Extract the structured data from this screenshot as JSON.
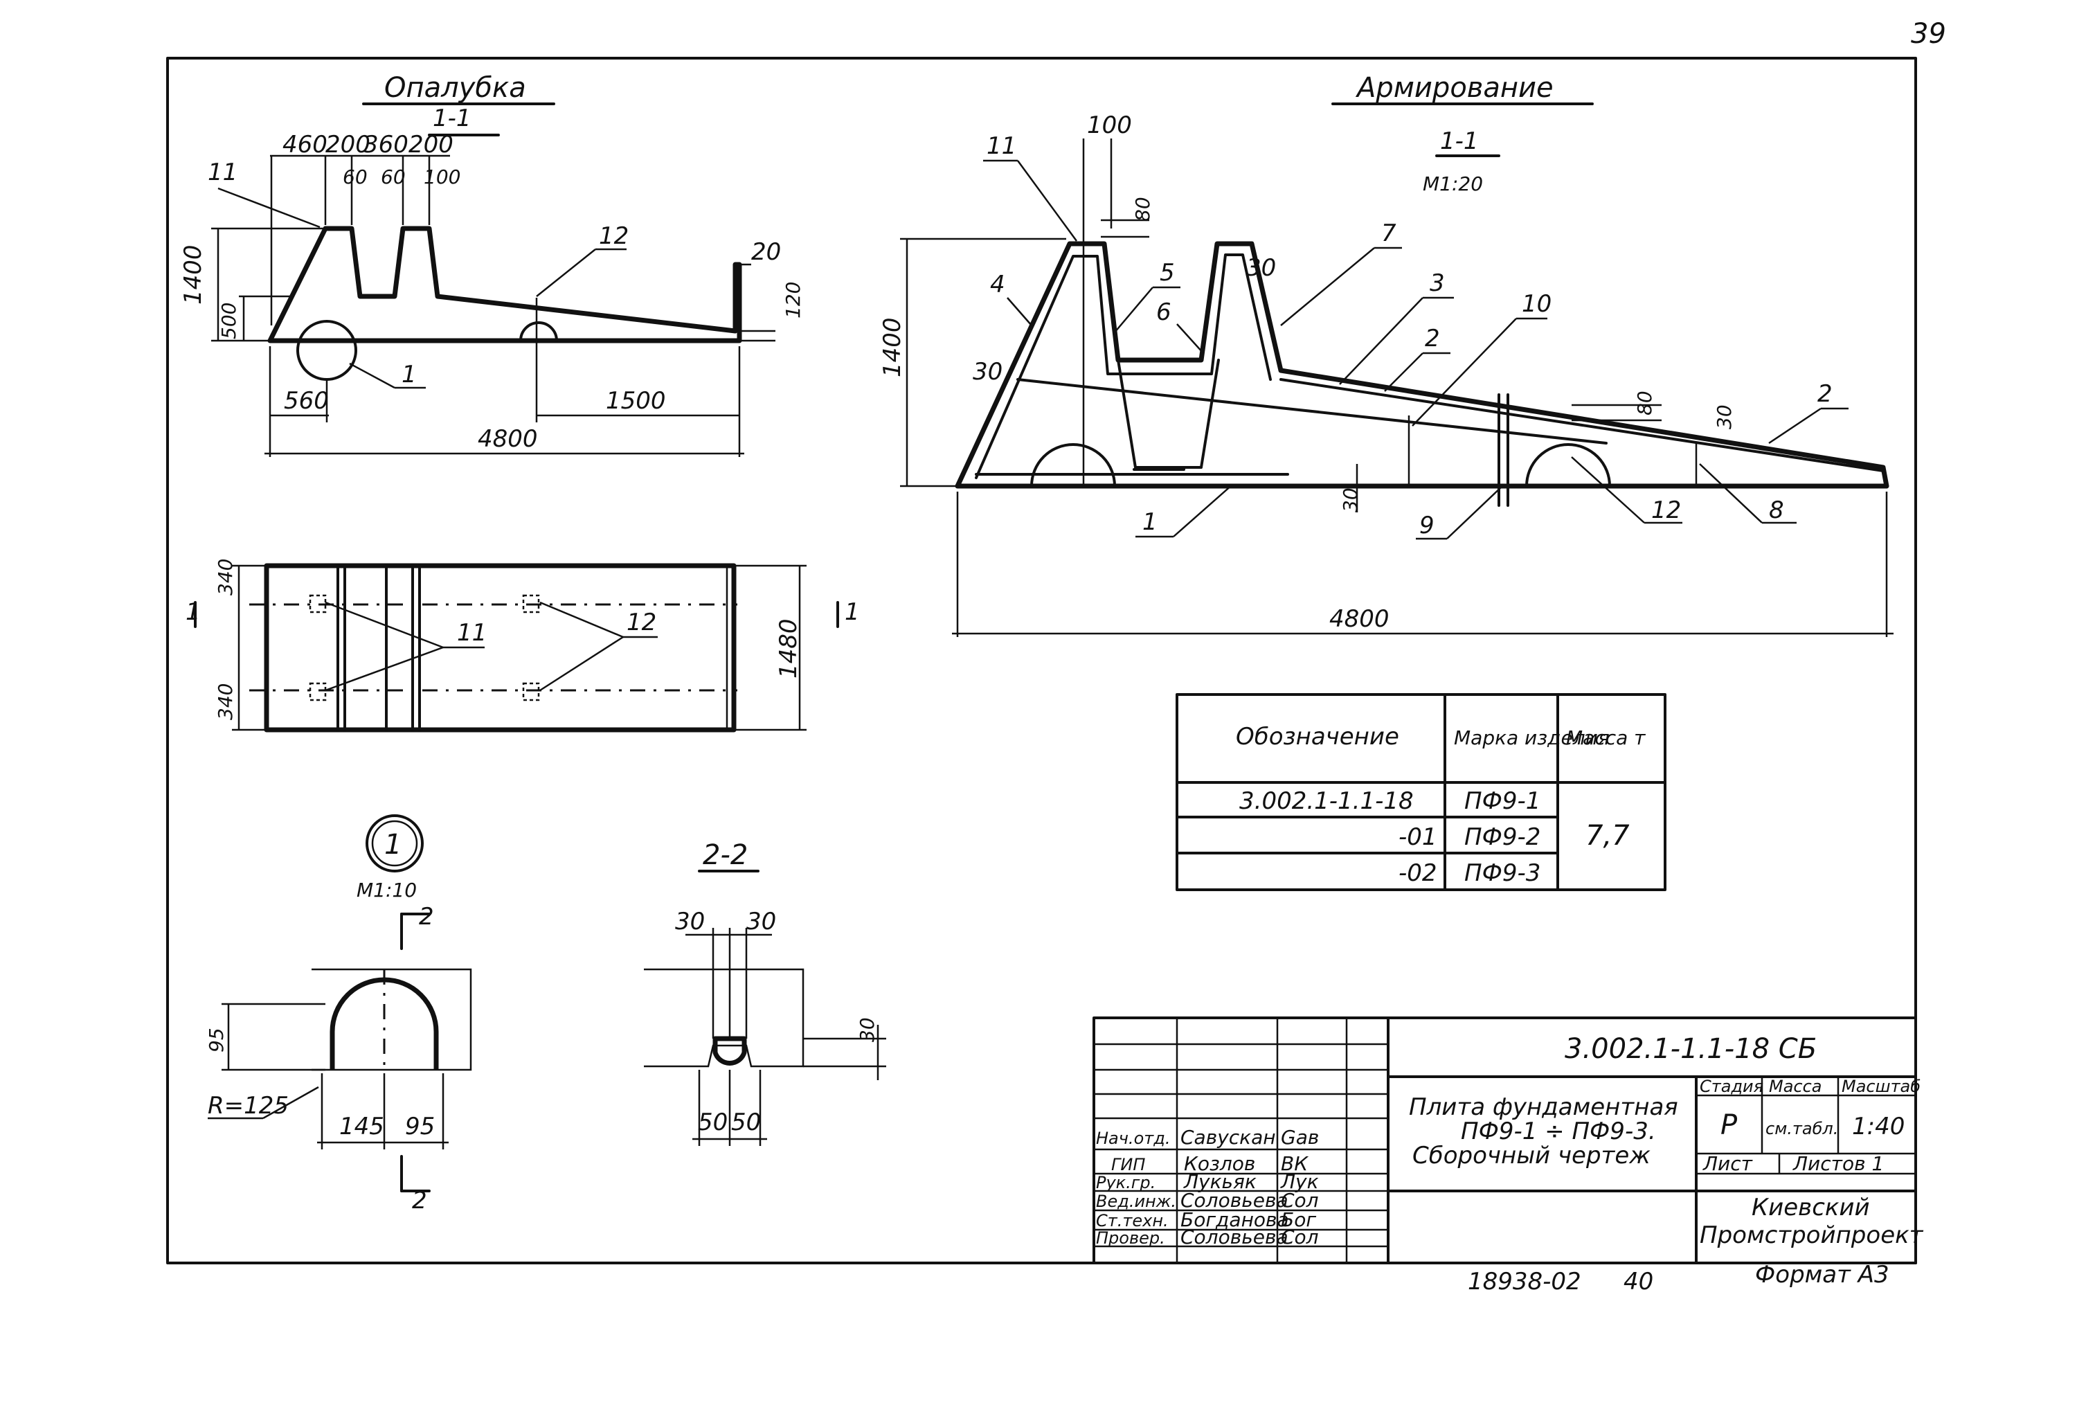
{
  "sheet_number": "39",
  "formwork": {
    "title": "Опалубка",
    "section": "1-1",
    "dims_top": [
      "460",
      "200",
      "360",
      "200"
    ],
    "dims_small": [
      "60",
      "60",
      "100"
    ],
    "dim_height": "1400",
    "dim_lower": "500",
    "dim_right_height": "120",
    "dim_right_top": "20",
    "dim_560": "560",
    "dim_1500": "1500",
    "dim_total": "4800",
    "leaders": [
      "11",
      "12",
      "1"
    ]
  },
  "plan_view": {
    "dim_top": "340",
    "dim_bottom": "340",
    "dim_width": "1480",
    "section_mark": "1",
    "leaders": [
      "11",
      "12"
    ]
  },
  "reinforcement": {
    "title": "Армирование",
    "section": "1-1",
    "scale": "М1:20",
    "dims": {
      "top100": "100",
      "top80": "80",
      "rib30": "30",
      "left30": "30",
      "bottom30": "30",
      "right80": "80",
      "right30": "30",
      "height": "1400",
      "total": "4800"
    },
    "leaders": [
      "11",
      "4",
      "5",
      "6",
      "7",
      "3",
      "2",
      "10",
      "2",
      "1",
      "9",
      "12",
      "8"
    ]
  },
  "detail1": {
    "callout": "1",
    "scale": "М1:10",
    "section_mark": "2",
    "dim_95_v": "95",
    "radius": "R=125",
    "dim_145": "145",
    "dim_95": "95"
  },
  "section22": {
    "title": "2-2",
    "dim_30a": "30",
    "dim_30b": "30",
    "dim_30_right": "30",
    "dim_50a": "50",
    "dim_50b": "50"
  },
  "spec_table": {
    "headers": [
      "Обозначение",
      "Марка изделия",
      "Масса т"
    ],
    "rows": [
      {
        "designation": "3.002.1-1.1-18",
        "mark": "ПФ9-1"
      },
      {
        "designation": "-01",
        "mark": "ПФ9-2"
      },
      {
        "designation": "-02",
        "mark": "ПФ9-3"
      }
    ],
    "mass": "7,7"
  },
  "title_block": {
    "doc_code": "3.002.1-1.1-18 СБ",
    "title_line1": "Плита фундаментная",
    "title_line2": "ПФ9-1 ÷ ПФ9-3.",
    "title_line3": "Сборочный чертеж",
    "stage_hdr": "Стадия",
    "mass_hdr": "Масса",
    "scale_hdr": "Масштаб",
    "stage": "Р",
    "mass": "см.табл.",
    "scale": "1:40",
    "sheet": "Лист",
    "sheets": "Листов 1",
    "org_line1": "Киевский",
    "org_line2": "Промстройпроект",
    "staff": [
      {
        "role": "Нач.отд.",
        "name": "Савускан",
        "sign": "Gав"
      },
      {
        "role": "ГИП",
        "name": "Козлов",
        "sign": "ВК"
      },
      {
        "role": "Рук.гр.",
        "name": "Лукьяк",
        "sign": "Лук"
      },
      {
        "role": "Вед.инж.",
        "name": "Соловьева",
        "sign": "Сол"
      },
      {
        "role": "Ст.техн.",
        "name": "Богданова",
        "sign": "Бог"
      },
      {
        "role": "Провер.",
        "name": "Соловьева",
        "sign": "Сол"
      }
    ]
  },
  "footer": {
    "inv": "18938-02",
    "page": "40",
    "format": "Формат А3"
  }
}
